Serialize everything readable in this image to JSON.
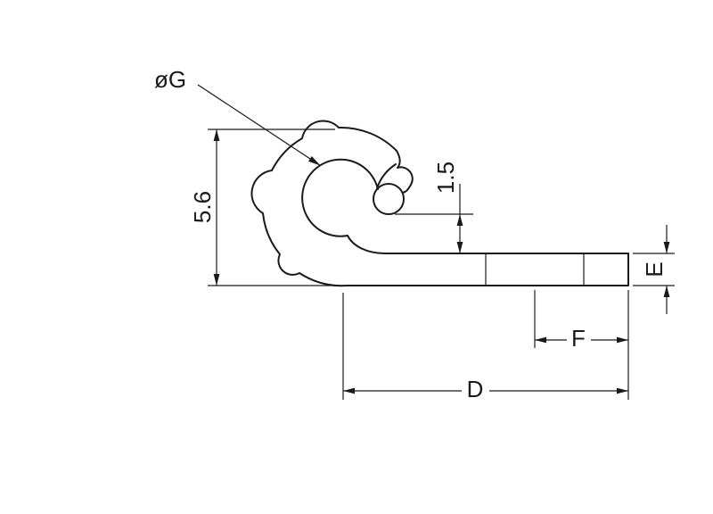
{
  "drawing": {
    "title": "clip-profile-dimension-drawing",
    "labels": {
      "diameter": "øG",
      "overall_height": "5.6",
      "tip_gap": "1.5",
      "tail_thickness": "E",
      "tail_partial_length": "F",
      "tail_total_length": "D"
    },
    "colors": {
      "line": "#1a1a1a",
      "background": "#ffffff"
    }
  }
}
